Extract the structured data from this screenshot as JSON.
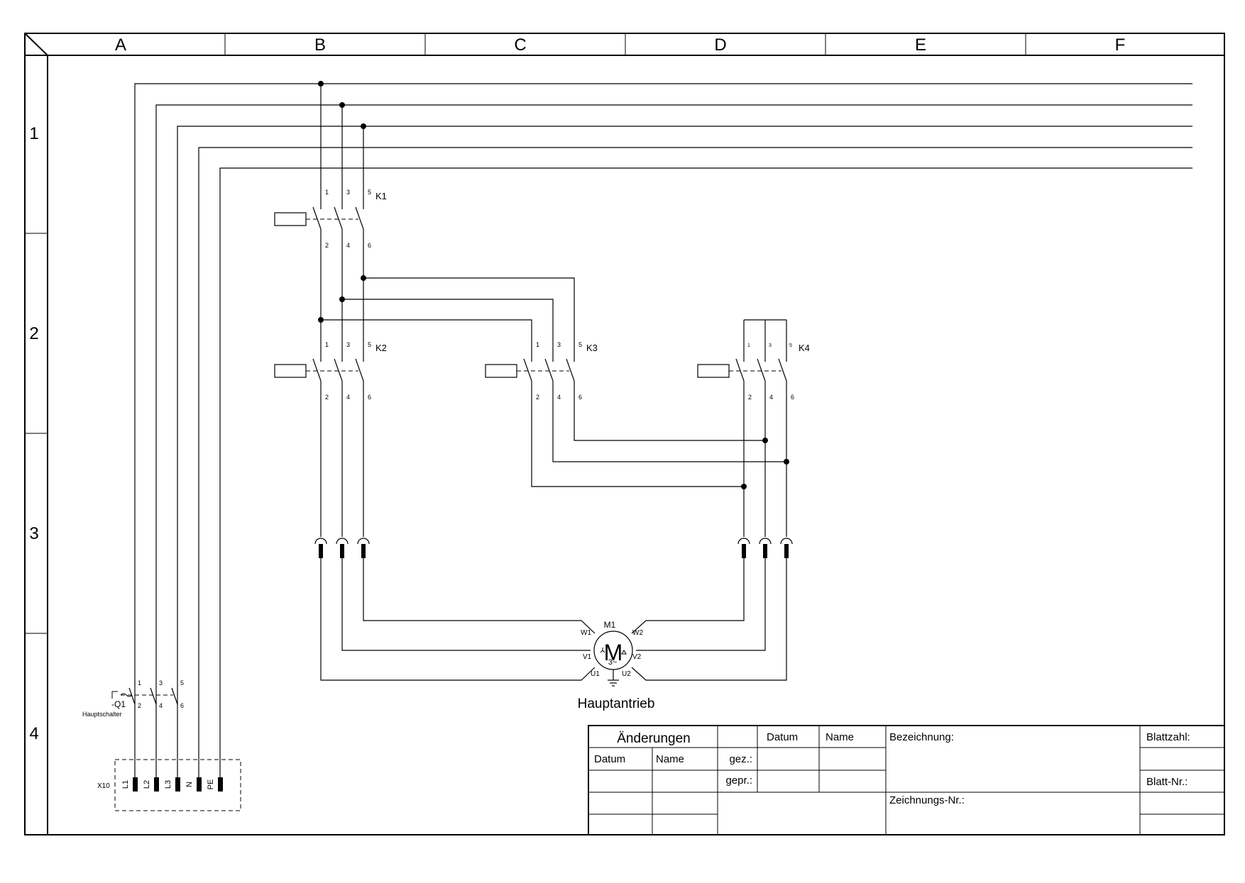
{
  "columns": [
    "A",
    "B",
    "C",
    "D",
    "E",
    "F"
  ],
  "rows": [
    "1",
    "2",
    "3",
    "4"
  ],
  "contactors": [
    {
      "name": "K1",
      "top": [
        "1",
        "3",
        "5"
      ],
      "bottom": [
        "2",
        "4",
        "6"
      ]
    },
    {
      "name": "K2",
      "top": [
        "1",
        "3",
        "5"
      ],
      "bottom": [
        "2",
        "4",
        "6"
      ]
    },
    {
      "name": "K3",
      "top": [
        "1",
        "3",
        "5"
      ],
      "bottom": [
        "2",
        "4",
        "6"
      ]
    },
    {
      "name": "K4",
      "top": [
        "1",
        "3",
        "5"
      ],
      "bottom": [
        "2",
        "4",
        "6"
      ]
    }
  ],
  "main_switch": {
    "name": "-Q1",
    "label": "Hauptschalter",
    "top": [
      "1",
      "3",
      "5"
    ],
    "bottom": [
      "2",
      "4",
      "6"
    ]
  },
  "terminal_strip": {
    "name": "X10",
    "terminals": [
      "L1",
      "L2",
      "L3",
      "N",
      "PE"
    ]
  },
  "motor": {
    "name": "M1",
    "symbol": "M",
    "phase": "3~",
    "terminals": {
      "w1": "W1",
      "v1": "V1",
      "u1": "U1",
      "w2": "W2",
      "v2": "V2",
      "u2": "U2"
    },
    "caption": "Hauptantrieb"
  },
  "title_block": {
    "changes": "Änderungen",
    "date": "Datum",
    "name": "Name",
    "drawn": "gez.:",
    "checked": "gepr.:",
    "designation": "Bezeichnung:",
    "drawing_no": "Zeichnungs-Nr.:",
    "sheet_count": "Blattzahl:",
    "sheet_no": "Blatt-Nr.:"
  }
}
